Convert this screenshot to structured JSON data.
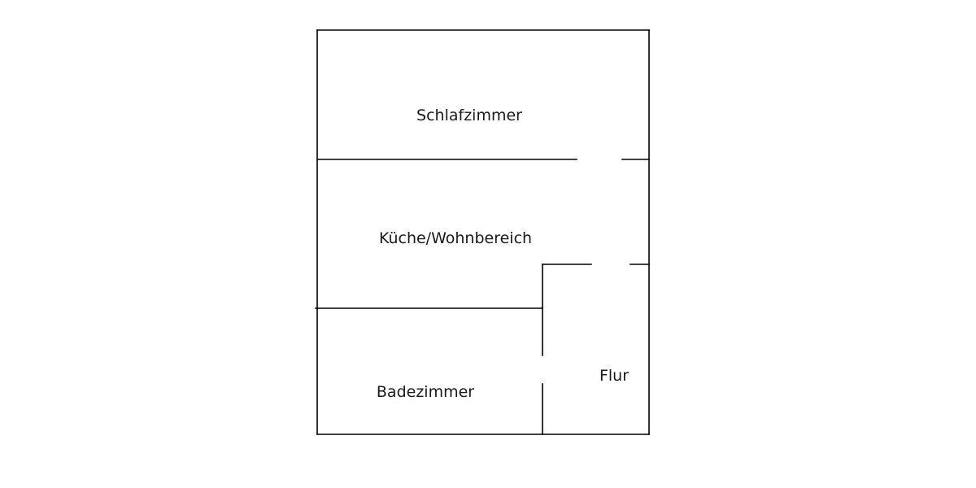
{
  "rooms": {
    "schlafzimmer": "Schlafzimmer",
    "kueche": "Küche/Wohnbereich",
    "badezimmer": "Badezimmer",
    "flur": "Flur"
  }
}
